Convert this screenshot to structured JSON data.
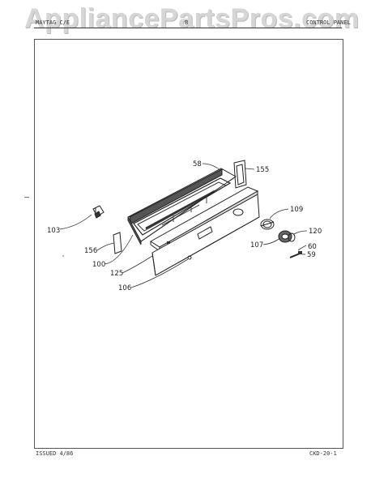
{
  "watermark": "AppliancePartsPros.com",
  "header": {
    "left": "MAYTAG C/E",
    "mid": "B",
    "right": "CONTROL PANEL"
  },
  "footer": {
    "issued": "ISSUED 4/86",
    "code": "CKD-20-1"
  },
  "callouts": [
    "58",
    "155",
    "109",
    "103",
    "120",
    "107",
    "60",
    "156",
    "59",
    "100",
    "125",
    "106"
  ],
  "colors": {
    "ink": "#222222",
    "watermark": "#d6d6d6",
    "frame": "#555555"
  }
}
